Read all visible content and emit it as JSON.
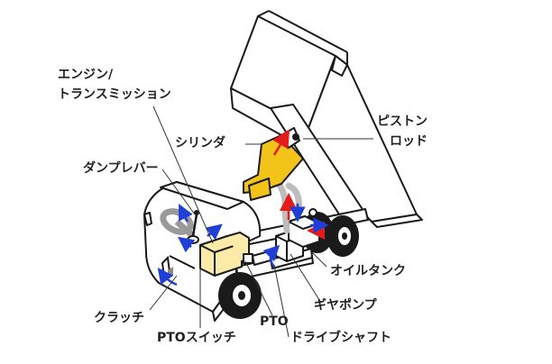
{
  "labels": {
    "engine_line1": "エンジン/",
    "engine_line2": "トランスミッション",
    "piston_line1": "ピストン",
    "piston_line2": "ロッド",
    "cylinder": "シリンダ",
    "dump_lever": "ダンプレバー",
    "oil_tank": "オイルタンク",
    "gear_pump": "ギヤポンプ",
    "clutch": "クラッチ",
    "pto": "PTO",
    "pto_switch": "PTOスイッチ",
    "drive_shaft": "ドライブシャフト"
  },
  "colors": {
    "outline": "#1a1a1a",
    "cylinder": "#f2c41a",
    "pto_box": "#fbeaa8",
    "hydraulic_red": "#e21b1b",
    "hydraulic_blue": "#1f3fd6",
    "hose": "#bdbdbd",
    "leader": "#333333"
  }
}
